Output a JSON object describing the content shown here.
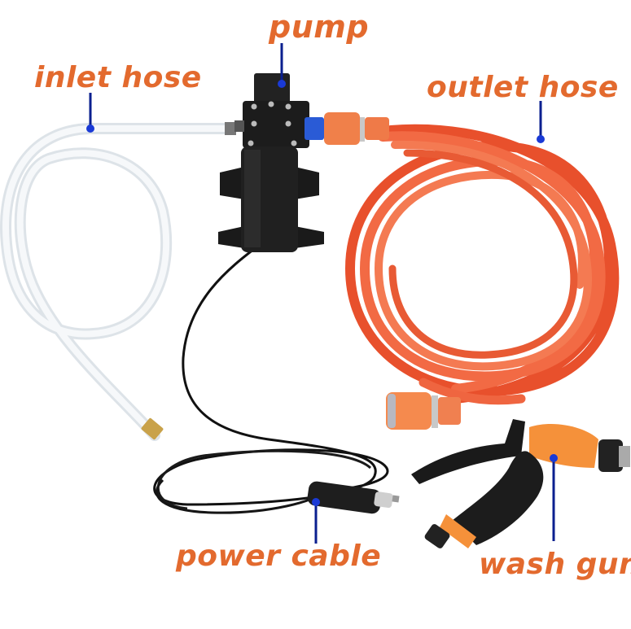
{
  "labels": {
    "pump": "pump",
    "inlet_hose": "inlet hose",
    "outlet_hose": "outlet hose",
    "power_cable": "power cable",
    "wash_gun": "wash gun"
  },
  "colors": {
    "label_text": "#e36a2e",
    "callout_line": "#0a1f8f",
    "callout_dot": "#1a3ad6",
    "hose_orange": "#f0603a",
    "fitting_orange": "#f58a4e",
    "pump_black": "#1c1c1c",
    "inlet_hose_white": "#eef2f5",
    "coupler_blue": "#2a5bd6"
  }
}
